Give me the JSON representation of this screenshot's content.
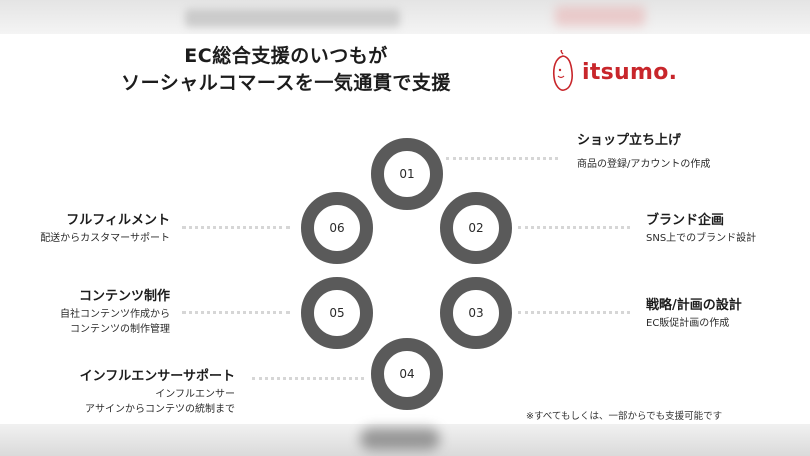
{
  "title": {
    "line1": "EC総合支援のいつもが",
    "line2": "ソーシャルコマースを一気通貫で支援"
  },
  "logo": {
    "text": "itsumo.",
    "icon": "pepper-icon",
    "color": "#c8262b"
  },
  "steps": [
    {
      "number": "01",
      "title": "ショップ立ち上げ",
      "desc": [
        "商品の登録/アカウントの作成"
      ]
    },
    {
      "number": "02",
      "title": "ブランド企画",
      "desc": [
        "SNS上でのブランド設計"
      ]
    },
    {
      "number": "03",
      "title": "戦略/計画の設計",
      "desc": [
        "EC販促計画の作成"
      ]
    },
    {
      "number": "04",
      "title": "インフルエンサーサポート",
      "desc": [
        "インフルエンサー",
        "アサインからコンテツの統制まで"
      ]
    },
    {
      "number": "05",
      "title": "コンテンツ制作",
      "desc": [
        "自社コンテンツ作成から",
        "コンテンツの制作管理"
      ]
    },
    {
      "number": "06",
      "title": "フルフィルメント",
      "desc": [
        "配送からカスタマーサポート"
      ]
    }
  ],
  "note": "※すべてもしくは、一部からでも支援可能です",
  "colors": {
    "ring": "#5a5a5a",
    "brand": "#c8262b",
    "dash": "#d6d6d6"
  }
}
